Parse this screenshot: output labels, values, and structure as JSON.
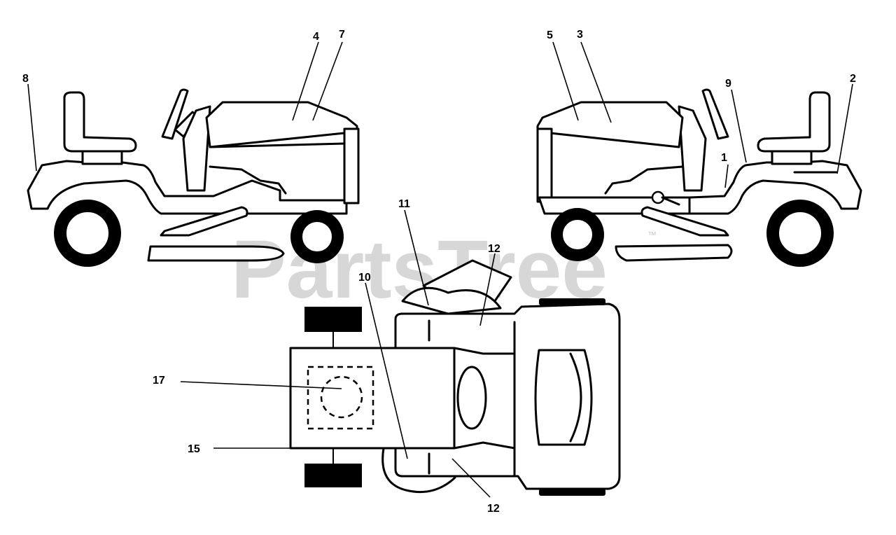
{
  "watermark": {
    "text": "PartsTree",
    "trademark": "™"
  },
  "callouts": {
    "c1": "1",
    "c2": "2",
    "c3": "3",
    "c4": "4",
    "c5": "5",
    "c7": "7",
    "c8": "8",
    "c9": "9",
    "c10": "10",
    "c11": "11",
    "c12a": "12",
    "c12b": "12",
    "c15": "15",
    "c17": "17"
  }
}
